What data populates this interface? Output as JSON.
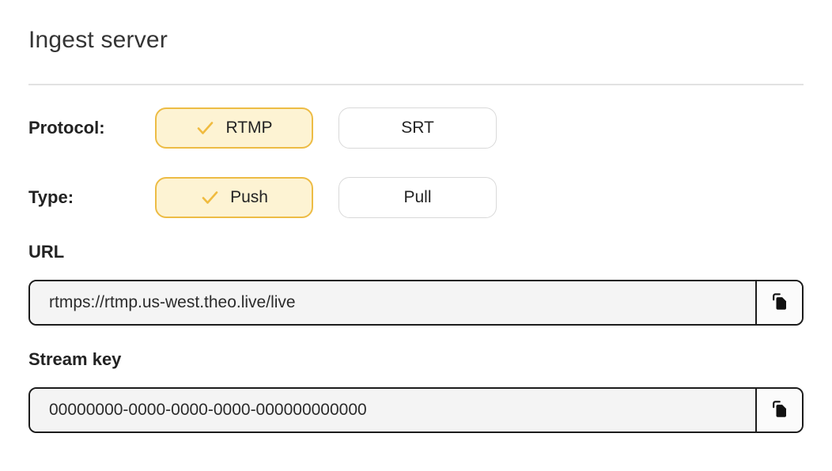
{
  "page": {
    "title": "Ingest server"
  },
  "protocol": {
    "label": "Protocol:",
    "options": [
      {
        "label": "RTMP",
        "selected": true
      },
      {
        "label": "SRT",
        "selected": false
      }
    ]
  },
  "type": {
    "label": "Type:",
    "options": [
      {
        "label": "Push",
        "selected": true
      },
      {
        "label": "Pull",
        "selected": false
      }
    ]
  },
  "url": {
    "label": "URL",
    "value": "rtmps://rtmp.us-west.theo.live/live"
  },
  "stream_key": {
    "label": "Stream key",
    "value": "00000000-0000-0000-0000-000000000000"
  },
  "icons": {
    "selected_check": "check-icon",
    "copy": "copy-icon"
  },
  "colors": {
    "selected_bg": "#fdf3d3",
    "selected_border": "#edbc45",
    "check": "#f0bb3f",
    "unselected_border": "#d9d9d9",
    "input_bg": "#f4f4f4",
    "input_border": "#1c1c1c",
    "divider": "#e2e2e2",
    "text": "#2b2b2b"
  }
}
